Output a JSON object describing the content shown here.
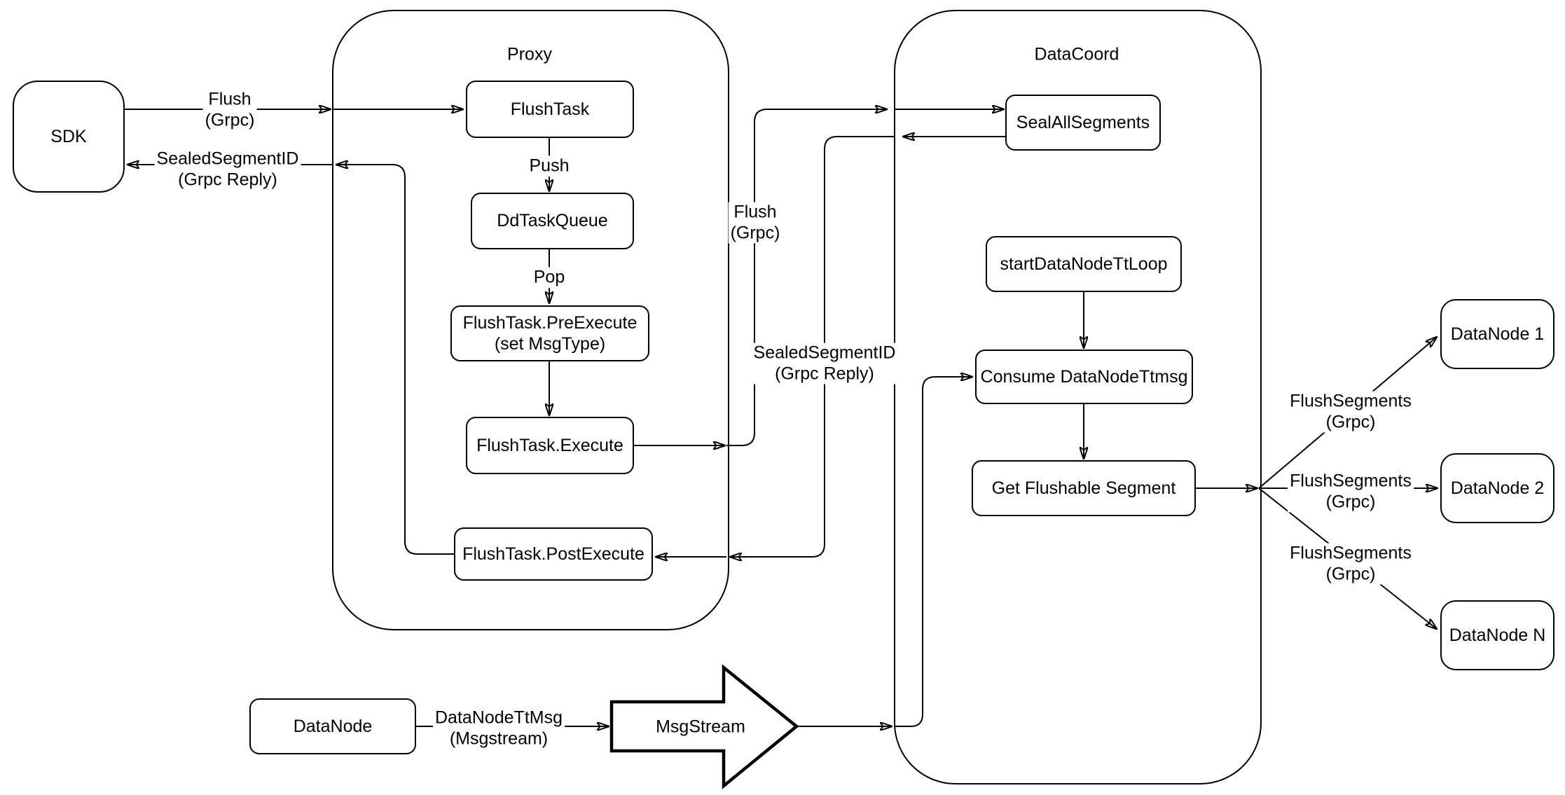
{
  "containers": {
    "proxy": {
      "title": "Proxy"
    },
    "datacoord": {
      "title": "DataCoord"
    }
  },
  "nodes": {
    "sdk": {
      "label": "SDK"
    },
    "flush_task": {
      "label": "FlushTask"
    },
    "dd_task_queue": {
      "label": "DdTaskQueue"
    },
    "pre_execute": {
      "label": "FlushTask.PreExecute\n(set MsgType)"
    },
    "execute": {
      "label": "FlushTask.Execute"
    },
    "post_execute": {
      "label": "FlushTask.PostExecute"
    },
    "seal_all_segments": {
      "label": "SealAllSegments"
    },
    "start_tt_loop": {
      "label": "startDataNodeTtLoop"
    },
    "consume_ttmsg": {
      "label": "Consume DataNodeTtmsg"
    },
    "get_flushable": {
      "label": "Get Flushable Segment"
    },
    "datanode_1": {
      "label": "DataNode 1"
    },
    "datanode_2": {
      "label": "DataNode 2"
    },
    "datanode_n": {
      "label": "DataNode N"
    },
    "datanode_src": {
      "label": "DataNode"
    },
    "msgstream": {
      "label": "MsgStream"
    }
  },
  "edge_labels": {
    "flush_sdk": "Flush\n(Grpc)",
    "reply_sdk": "SealedSegmentID\n(Grpc Reply)",
    "push": "Push",
    "pop": "Pop",
    "flush_mid": "Flush\n(Grpc)",
    "reply_mid": "SealedSegmentID\n(Grpc Reply)",
    "flush_segments_1": "FlushSegments\n(Grpc)",
    "flush_segments_2": "FlushSegments\n(Grpc)",
    "flush_segments_3": "FlushSegments\n(Grpc)",
    "ttmsg": "DataNodeTtMsg\n(Msgstream)"
  },
  "colors": {
    "stroke": "#000000",
    "fill": "#ffffff",
    "background": "#ffffff"
  }
}
